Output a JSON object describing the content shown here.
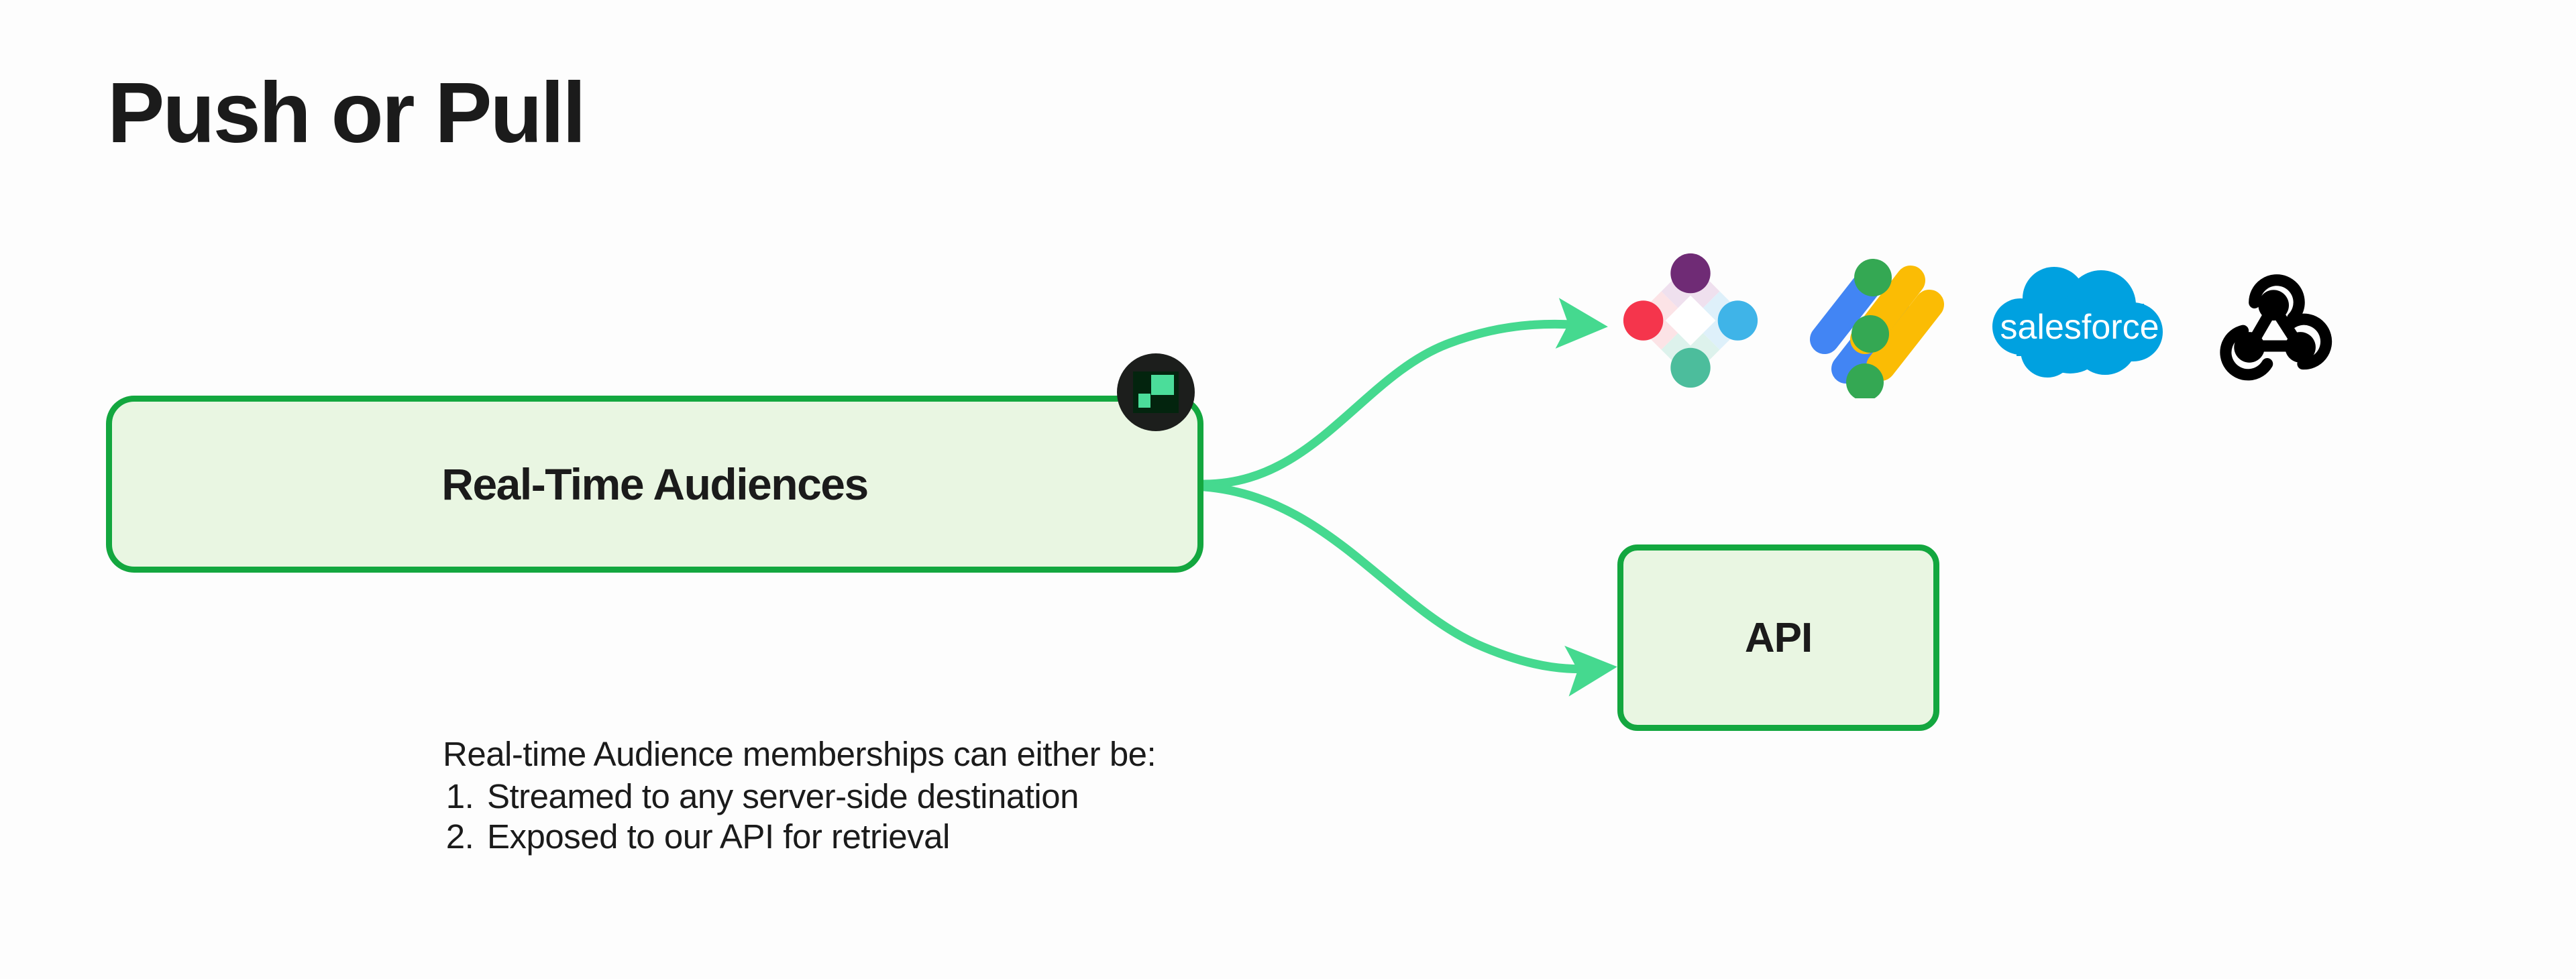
{
  "page": {
    "title": "Push or Pull",
    "background_color": "#fdfdfd",
    "text_color": "#1b1b1b"
  },
  "theme": {
    "card_fill": "#e9f6e2",
    "card_border": "#13a73f",
    "arrow_color": "#45d98f",
    "badge_bg": "#1c1e1c",
    "badge_mark_bg": "#03240e",
    "badge_mark_fg": "#4bdd9a"
  },
  "diagram": {
    "source_card": {
      "label": "Real-Time Audiences",
      "badge_icon": "segment-logo-icon"
    },
    "api_card": {
      "label": "API"
    },
    "arrows": [
      {
        "name": "arrow-to-destinations",
        "from": "source_card",
        "to": "destinations"
      },
      {
        "name": "arrow-to-api",
        "from": "source_card",
        "to": "api_card"
      }
    ],
    "destinations": [
      {
        "name": "braze-logo-icon",
        "label": "Braze"
      },
      {
        "name": "google-marketing-platform-logo-icon",
        "label": "Google Marketing Platform"
      },
      {
        "name": "salesforce-logo-icon",
        "label": "salesforce"
      },
      {
        "name": "webhook-logo-icon",
        "label": "Webhook"
      }
    ]
  },
  "caption": {
    "lead": "Real-time Audience memberships can either be:",
    "items": [
      "Streamed to any server-side destination",
      "Exposed to our API for retrieval"
    ]
  }
}
